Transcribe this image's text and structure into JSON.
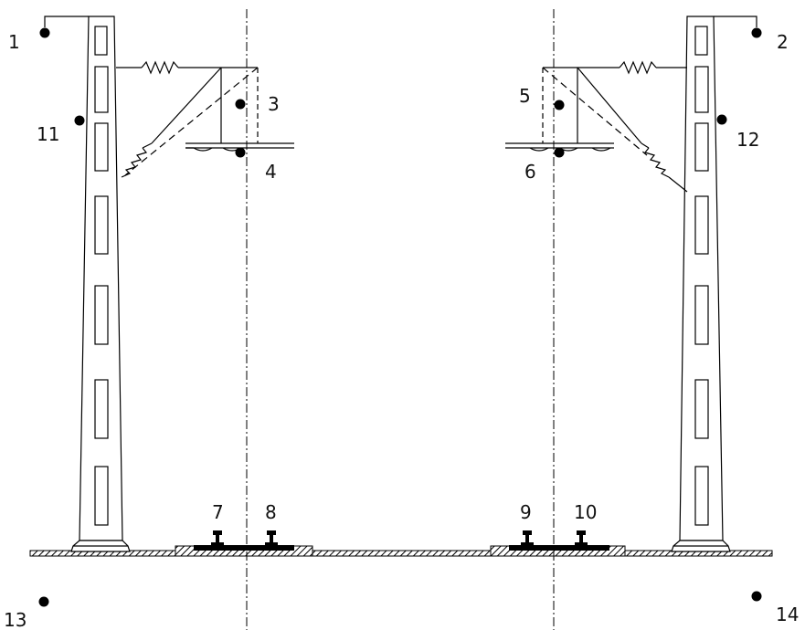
{
  "diagram": {
    "points": [
      {
        "id": "p1",
        "label": "1"
      },
      {
        "id": "p2",
        "label": "2"
      },
      {
        "id": "p3",
        "label": "3"
      },
      {
        "id": "p4",
        "label": "4"
      },
      {
        "id": "p5",
        "label": "5"
      },
      {
        "id": "p6",
        "label": "6"
      },
      {
        "id": "p7",
        "label": "7"
      },
      {
        "id": "p8",
        "label": "8"
      },
      {
        "id": "p9",
        "label": "9"
      },
      {
        "id": "p10",
        "label": "10"
      },
      {
        "id": "p11",
        "label": "11"
      },
      {
        "id": "p12",
        "label": "12"
      },
      {
        "id": "p13",
        "label": "13"
      },
      {
        "id": "p14",
        "label": "14"
      }
    ],
    "colors": {
      "ink": "#000000",
      "background": "#ffffff"
    }
  }
}
